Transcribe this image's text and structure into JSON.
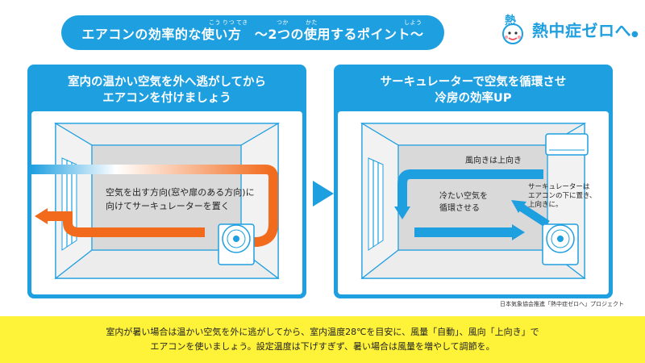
{
  "title": {
    "main": "エアコンの効率的な使い方　～2つの使用するポイント～",
    "ruby": [
      "こう",
      "りつ",
      "てき",
      "つか",
      "かた",
      "しよう"
    ]
  },
  "logo": {
    "text": "熱中症ゼロへ",
    "mark_text": "熱"
  },
  "panel_left": {
    "heading_line1": "室内の温かい空気を外へ逃がしてから",
    "heading_line2": "エアコンを付けましょう",
    "caption_line1": "空気を出す方向(窓や扉のある方向)に",
    "caption_line2": "向けてサーキュレーターを置く"
  },
  "panel_right": {
    "heading_line1": "サーキュレーターで空気を循環させ",
    "heading_line2": "冷房の効率UP",
    "label_wind": "風向きは上向き",
    "label_center_line1": "冷たい空気を",
    "label_center_line2": "循環させる",
    "label_side_line1": "サーキュレーターは",
    "label_side_line2": "エアコンの下に置き、",
    "label_side_line3": "上向きに。"
  },
  "credit": "日本気象協会推進「熱中症ゼロへ」プロジェクト",
  "footer": {
    "line1": "室内が暑い場合は温かい空気を外に逃がしてから、室内温度28℃を目安に、風量「自動」、風向「上向き」で",
    "line2": "エアコンを使いましょう。設定温度は下げすぎず、暑い場合は風量を増やして調節を。"
  },
  "colors": {
    "blue": "#1e9fe0",
    "orange": "#f26a1b",
    "room_gray": "#d9d9d9",
    "footer_yellow": "#fff33a"
  }
}
